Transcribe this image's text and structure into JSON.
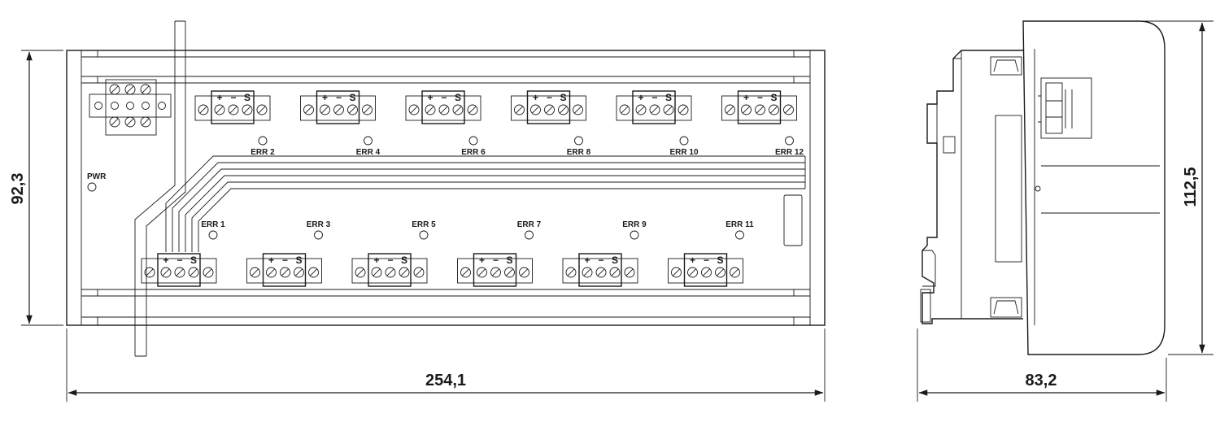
{
  "dimensions": {
    "width_front": "254,1",
    "height_front": "92,3",
    "width_side": "83,2",
    "height_side": "112,5"
  },
  "labels": {
    "pwr": "PWR",
    "err_top": [
      "ERR 2",
      "ERR 4",
      "ERR 6",
      "ERR 8",
      "ERR 10",
      "ERR 12"
    ],
    "err_bottom": [
      "ERR 1",
      "ERR 3",
      "ERR 5",
      "ERR 7",
      "ERR 9",
      "ERR 11"
    ],
    "terminal_signs": [
      "+",
      "−",
      "S"
    ]
  },
  "colors": {
    "line": "#1a1a1a",
    "background": "#ffffff"
  }
}
